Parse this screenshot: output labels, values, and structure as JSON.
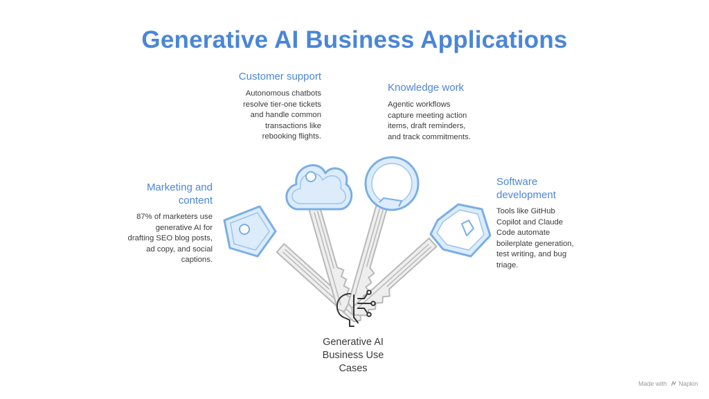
{
  "title": "Generative AI Business Applications",
  "center": {
    "label": "Generative AI\nBusiness Use\nCases",
    "icon": "ai-head-circuit-icon"
  },
  "applications": [
    {
      "id": "marketing",
      "heading": "Marketing and\ncontent",
      "description": "87% of marketers use\ngenerative AI for\ndrafting SEO blog posts,\nad copy, and social\ncaptions.",
      "icon": "pentagon-key-icon"
    },
    {
      "id": "customer-support",
      "heading": "Customer support",
      "description": "Autonomous chatbots\nresolve tier-one tickets\nand handle common\ntransactions like\nrebooking flights.",
      "icon": "cloud-key-icon"
    },
    {
      "id": "knowledge-work",
      "heading": "Knowledge work",
      "description": "Agentic workflows\ncapture meeting action\nitems, draft reminders,\nand track commitments.",
      "icon": "round-key-icon"
    },
    {
      "id": "software",
      "heading": "Software\ndevelopment",
      "description": "Tools like GitHub\nCopilot and Claude\nCode automate\nboilerplate generation,\ntest writing, and bug\ntriage.",
      "icon": "hexagon-key-icon"
    }
  ],
  "footer": {
    "made_with": "Made with",
    "brand": "Napkin"
  },
  "colors": {
    "accent": "#4a86d8",
    "key_fill": "#dcecfb",
    "key_stroke": "#7aaee6",
    "shaft_fill": "#eeeeee",
    "shaft_stroke": "#b8b8b8",
    "text": "#3a3a3a"
  }
}
